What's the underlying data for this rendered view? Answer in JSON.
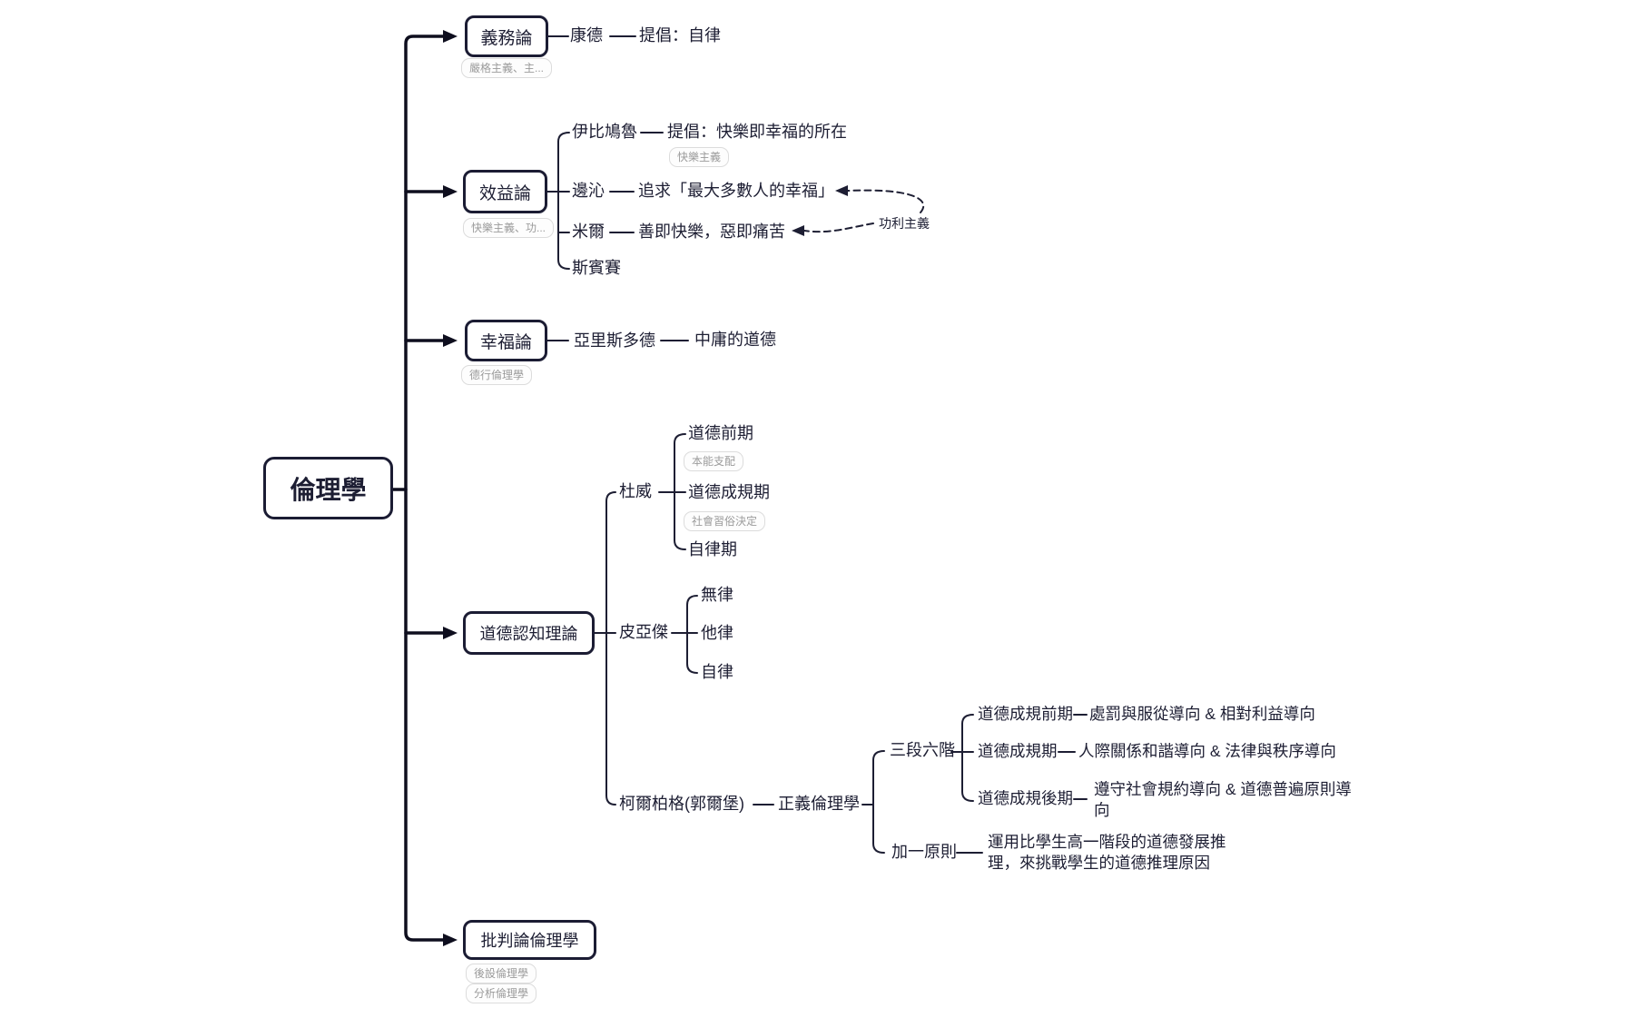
{
  "root": {
    "label": "倫理學"
  },
  "deontology": {
    "node": "義務論",
    "tag": "嚴格主義、主...",
    "philosopher": "康德",
    "claim": "提倡：自律"
  },
  "utilitarianism": {
    "node": "效益論",
    "tag": "快樂主義、功...",
    "epicurus": "伊比鳩魯",
    "epicurus_claim": "提倡：快樂即幸福的所在",
    "epicurus_tag": "快樂主義",
    "bentham": "邊沁",
    "bentham_claim": "追求「最大多數人的幸福」",
    "mill": "米爾",
    "mill_claim": "善即快樂，惡即痛苦",
    "spencer": "斯賓賽",
    "relation_label": "功利主義"
  },
  "eudaimonia": {
    "node": "幸福論",
    "tag": "德行倫理學",
    "philosopher": "亞里斯多德",
    "claim": "中庸的道德"
  },
  "moral_cognition": {
    "node": "道德認知理論",
    "dewey": "杜威",
    "dewey_stages": [
      {
        "label": "道德前期",
        "tag": "本能支配"
      },
      {
        "label": "道德成規期",
        "tag": "社會習俗決定"
      },
      {
        "label": "自律期"
      }
    ],
    "piaget": "皮亞傑",
    "piaget_stages": [
      "無律",
      "他律",
      "自律"
    ],
    "kohlberg": "柯爾柏格(郭爾堡)",
    "kohlberg_theory": "正義倫理學",
    "levels_node": "三段六階",
    "levels": [
      {
        "label": "道德成規前期",
        "desc": "處罰與服從導向 & 相對利益導向"
      },
      {
        "label": "道德成規期",
        "desc": "人際關係和諧導向 & 法律與秩序導向"
      },
      {
        "label": "道德成規後期",
        "desc": "遵守社會規約導向 & 道德普遍原則導向"
      }
    ],
    "plus_one": "加一原則",
    "plus_one_desc": "運用比學生高一階段的道德發展推理，來挑戰學生的道德推理原因"
  },
  "critical": {
    "node": "批判論倫理學",
    "tags": [
      "後設倫理學",
      "分析倫理學"
    ]
  },
  "colors": {
    "ink": "#1d1e33",
    "arrow": "#0e0e1e",
    "tag_text": "#9b9b9b",
    "tag_border": "#dcdcdc"
  }
}
